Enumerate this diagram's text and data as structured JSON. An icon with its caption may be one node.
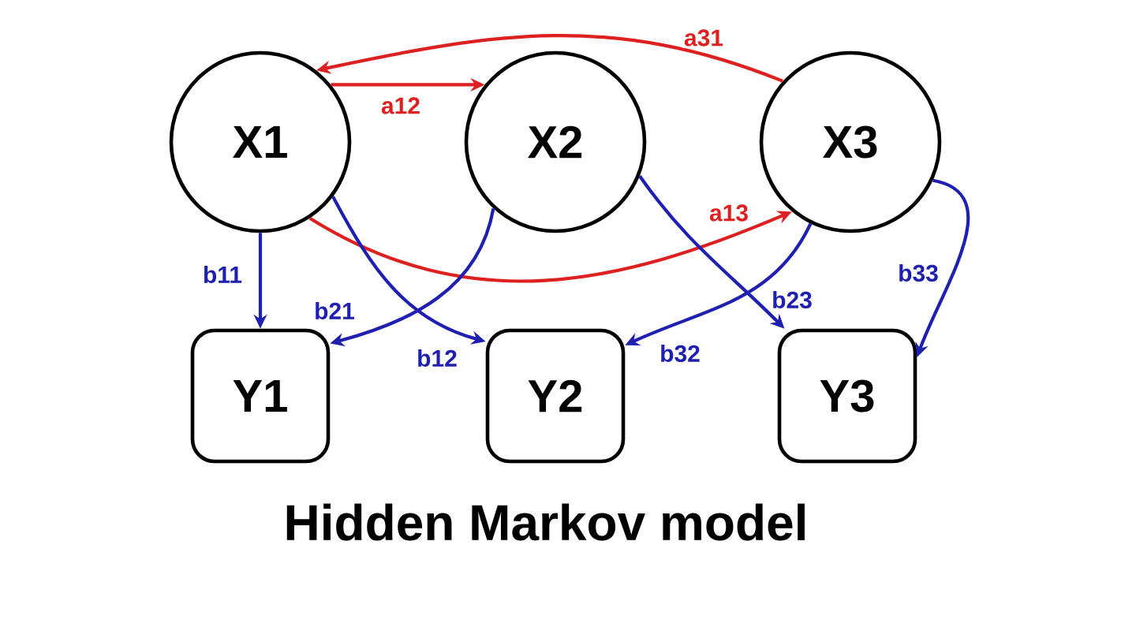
{
  "diagram": {
    "title": "Hidden Markov model",
    "nodes": [
      {
        "text": [
          "X1"
        ]
      },
      {
        "text": [
          "X2"
        ]
      },
      {
        "text": [
          "X3"
        ]
      },
      {
        "text": [
          "Y1"
        ]
      },
      {
        "text": [
          "Y2"
        ]
      },
      {
        "text": [
          "Y3"
        ]
      }
    ],
    "edges": [
      {
        "from": 2,
        "to": 0,
        "arrow": "to",
        "label": "a31",
        "color": "#dd2020"
      },
      {
        "from": 0,
        "to": 1,
        "arrow": "to",
        "label": "a12",
        "color": "#dd2020"
      },
      {
        "from": 0,
        "to": 2,
        "arrow": "to",
        "label": "a13",
        "color": "#dd2020"
      },
      {
        "from": 0,
        "to": 3,
        "arrow": "to",
        "label": "b11"
      },
      {
        "from": 1,
        "to": 3,
        "arrow": "to",
        "label": "b21"
      },
      {
        "from": 0,
        "to": 4,
        "arrow": "to",
        "label": "b12"
      },
      {
        "from": 1,
        "to": 5,
        "arrow": "to",
        "label": "b23"
      },
      {
        "from": 2,
        "to": 4,
        "arrow": "to",
        "label": "b32"
      },
      {
        "from": 2,
        "to": 5,
        "arrow": "to",
        "label": "b33"
      }
    ]
  }
}
